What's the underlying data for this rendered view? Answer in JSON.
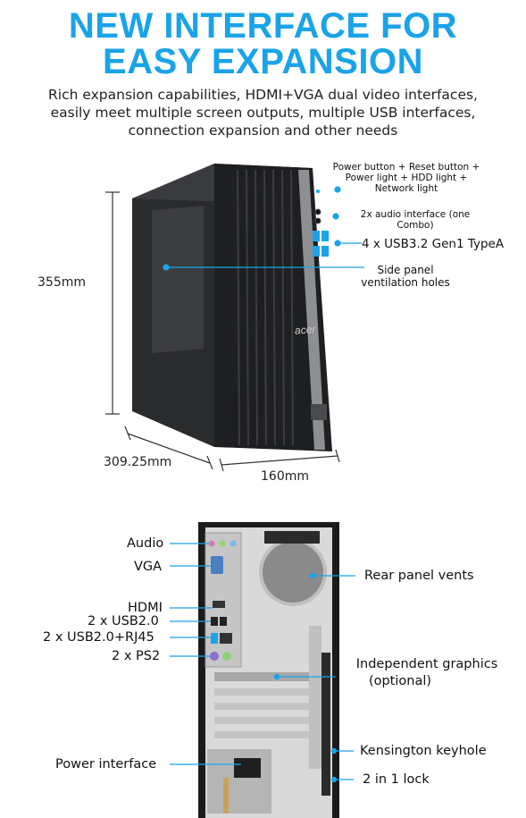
{
  "header": {
    "title_line1": "NEW INTERFACE FOR",
    "title_line2": "EASY EXPANSION",
    "subtitle": "Rich expansion capabilities, HDMI+VGA dual video interfaces, easily meet multiple screen outputs, multiple USB interfaces, connection expansion and other needs"
  },
  "front": {
    "brand": "acer",
    "callouts": {
      "power": "Power button + Reset button + Power light + HDD light + Network light",
      "audio": "2x audio interface (one Combo)",
      "usb": "4 x USB3.2 Gen1 TypeA",
      "vent": "Side panel ventilation holes"
    },
    "dims": {
      "height": "355mm",
      "depth": "309.25mm",
      "width": "160mm"
    }
  },
  "rear": {
    "left_labels": {
      "audio": "Audio",
      "vga": "VGA",
      "hdmi": "HDMI",
      "usb2": "2 x USB2.0",
      "usb_rj45": "2 x USB2.0+RJ45",
      "ps2": "2 x PS2",
      "power": "Power interface"
    },
    "right_labels": {
      "vents": "Rear panel vents",
      "graphics_line1": "Independent graphics",
      "graphics_line2": "(optional)",
      "kensington": "Kensington keyhole",
      "lock": "2 in 1 lock"
    }
  },
  "colors": {
    "accent": "#1aa3e8",
    "case": "#2a2b2d",
    "rear_panel": "#d9d9d9"
  }
}
